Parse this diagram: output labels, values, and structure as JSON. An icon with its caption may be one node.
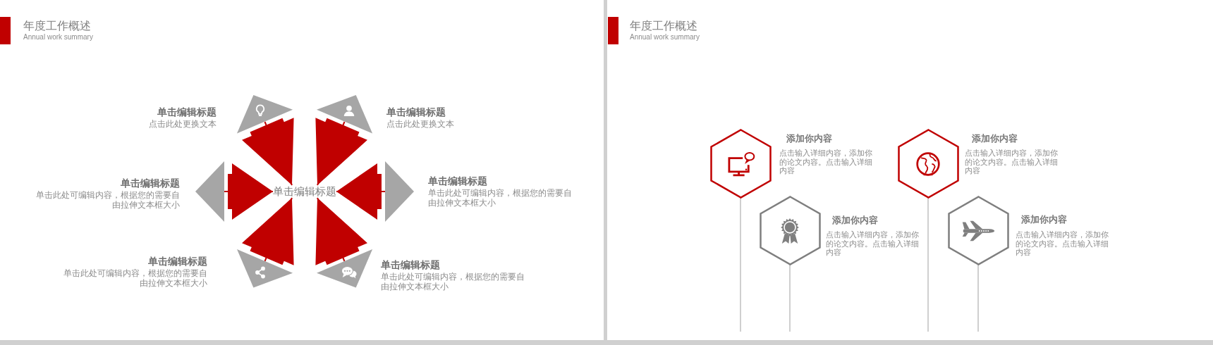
{
  "diagram": {
    "nodes": [
      {
        "text": [
          "单击编辑标题",
          "点击此处更换文本"
        ]
      },
      {
        "text": [
          "单击编辑标题",
          "点击此处更换文本"
        ]
      },
      {
        "text": [
          "单击编辑标题",
          "单击此处可编辑内容，根据您的需要自由拉伸文本框大小"
        ]
      },
      {
        "text": [
          "单击编辑标题"
        ]
      },
      {
        "text": [
          "单击编辑标题",
          "单击此处可编辑内容，根据您的需要自由拉伸文本框大小"
        ]
      },
      {
        "text": [
          "单击编辑标题",
          "单击此处可编辑内容，根据您的需要自由拉伸文本框大小"
        ]
      },
      {
        "text": [
          "单击编辑标题",
          "单击此处可编辑内容，根据您的需要自由拉伸文本框大小"
        ]
      },
      {
        "text": [
          "添加你内容",
          "点击输入详细内容，添加你的论文内容。点击输入详细内容"
        ]
      },
      {
        "text": [
          "添加你内容",
          "点击输入详细内容，添加你的论文内容。点击输入详细内容"
        ]
      },
      {
        "text": [
          "添加你内容",
          "点击输入详细内容，添加你的论文内容。点击输入详细内容"
        ]
      },
      {
        "text": [
          "添加你内容",
          "点击输入详细内容，添加你的论文内容。点击输入详细内容"
        ]
      }
    ],
    "edges": [
      {
        "from": 0,
        "to": 3,
        "arrow": "to"
      },
      {
        "from": 1,
        "to": 3,
        "arrow": "to"
      },
      {
        "from": 2,
        "to": 3,
        "arrow": "to"
      },
      {
        "from": 4,
        "to": 3,
        "arrow": "to"
      },
      {
        "from": 5,
        "to": 3,
        "arrow": "to"
      },
      {
        "from": 6,
        "to": 3,
        "arrow": "to"
      }
    ],
    "labels": [
      "年度工作概述",
      "Annual work summary",
      "年度工作概述",
      "Annual work summary"
    ]
  }
}
